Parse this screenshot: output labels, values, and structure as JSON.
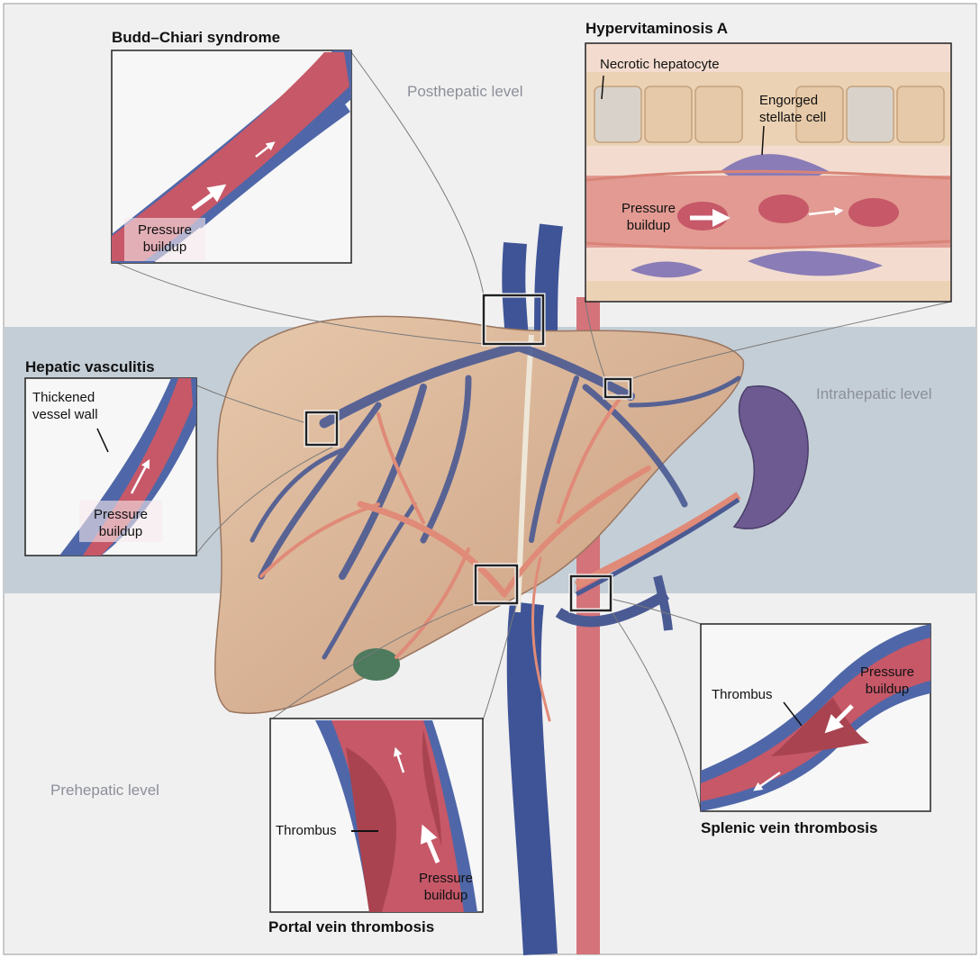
{
  "colors": {
    "background": "#f1f0f1",
    "intrahepatic_band": "#c4ced6",
    "liver": "#dcb596",
    "hepatic_vein": "#4a5a93",
    "portal_vein_branches": "#e08a78",
    "blood": "#c65868",
    "stellate_cell": "#8a7cb6",
    "spleen": "#6d5a90"
  },
  "levels": {
    "posthepatic": "Posthepatic level",
    "intrahepatic": "Intrahepatic level",
    "prehepatic": "Prehepatic level"
  },
  "panels": {
    "budd_chiari": {
      "title": "Budd–Chiari syndrome",
      "pressure_1": "Pressure",
      "pressure_2": "buildup"
    },
    "hypervitaminosis": {
      "title": "Hypervitaminosis A",
      "necrotic": "Necrotic hepatocyte",
      "engorged_1": "Engorged",
      "engorged_2": "stellate cell",
      "pressure_1": "Pressure",
      "pressure_2": "buildup"
    },
    "vasculitis": {
      "title": "Hepatic vasculitis",
      "thickened_1": "Thickened",
      "thickened_2": "vessel wall",
      "pressure_1": "Pressure",
      "pressure_2": "buildup"
    },
    "portal": {
      "title": "Portal vein thrombosis",
      "thrombus": "Thrombus",
      "pressure_1": "Pressure",
      "pressure_2": "buildup"
    },
    "splenic": {
      "title": "Splenic vein thrombosis",
      "thrombus": "Thrombus",
      "pressure_1": "Pressure",
      "pressure_2": "buildup"
    }
  }
}
